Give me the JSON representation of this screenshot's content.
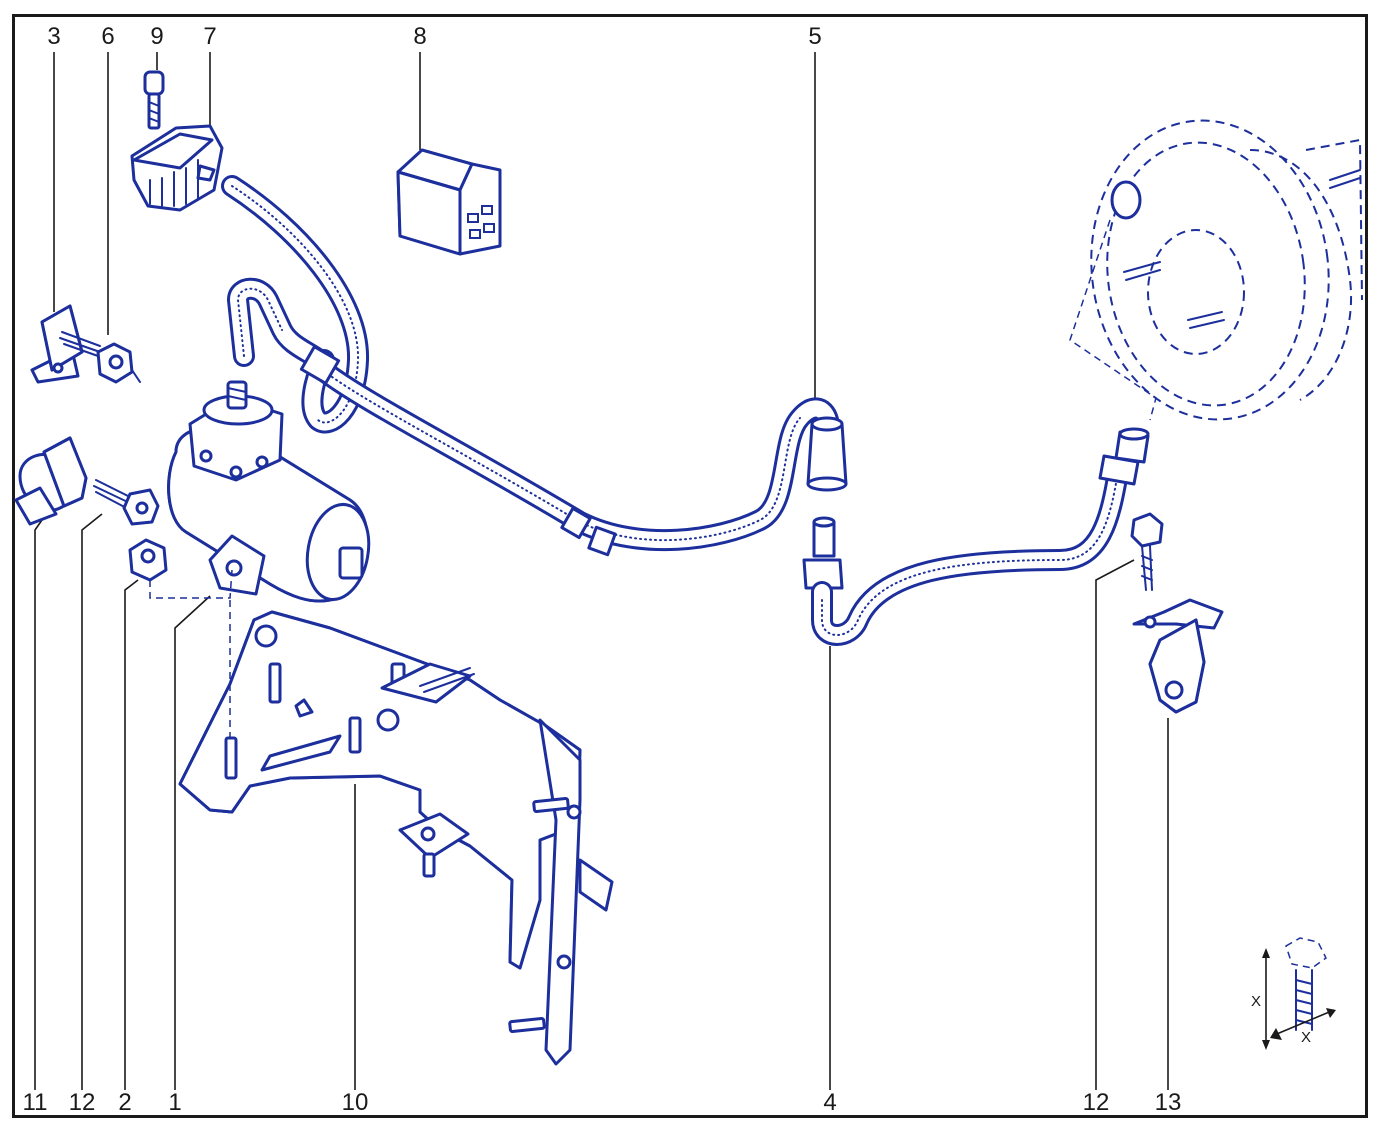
{
  "callouts": {
    "top": [
      "3",
      "6",
      "9",
      "7",
      "8",
      "5"
    ],
    "bottom": [
      "11",
      "12",
      "2",
      "1",
      "10",
      "4",
      "12",
      "13"
    ]
  },
  "torque_symbol": {
    "label_vertical": "X",
    "label_horizontal": "X"
  },
  "colors": {
    "line_art": "#1c2f9c",
    "callout_text": "#1a1a1a",
    "frame": "#1a1a1a"
  }
}
